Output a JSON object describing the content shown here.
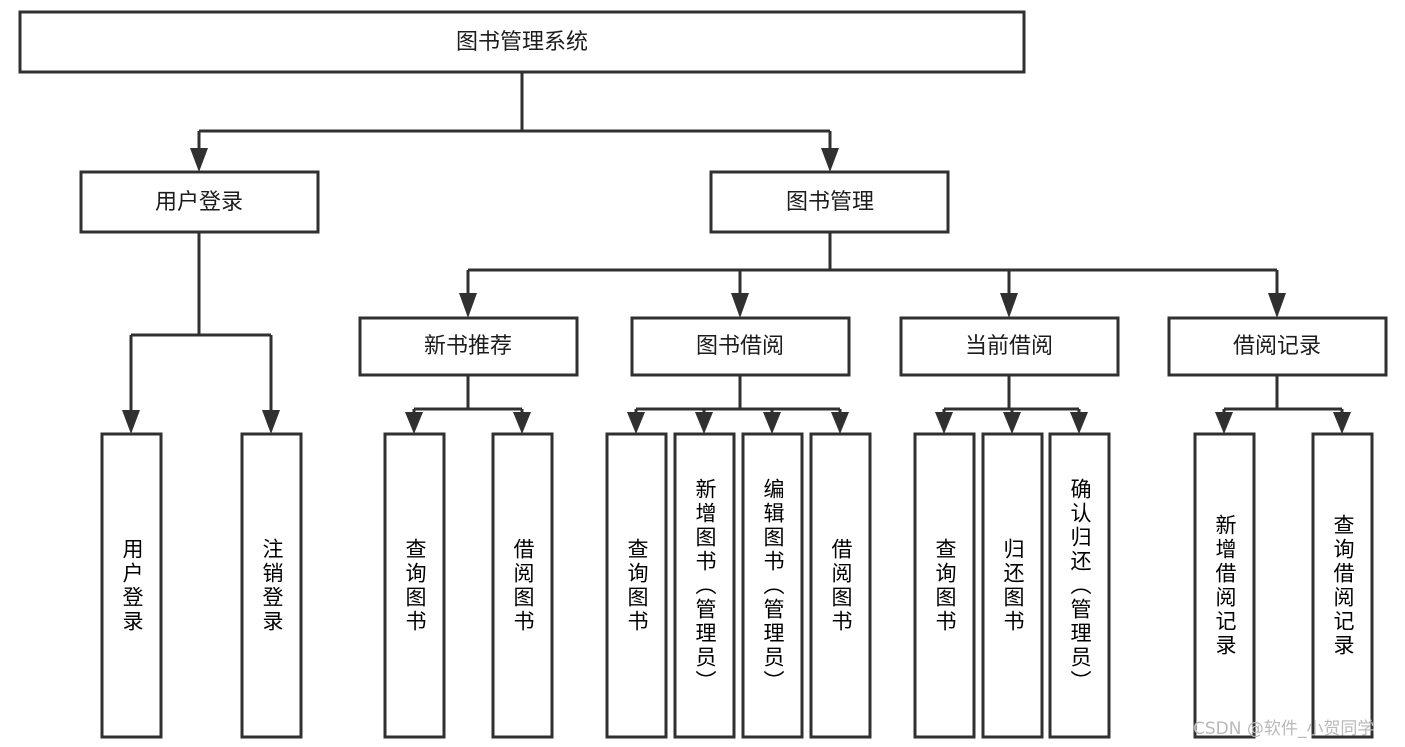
{
  "diagram": {
    "title": "图书管理系统",
    "watermark": "CSDN @软件_小贺同学",
    "colors": {
      "stroke": "#303030",
      "box_fill": "#ffffff",
      "text": "#1c1c1c",
      "watermark": "#b9b9b9",
      "background": "#ffffff"
    },
    "levels": {
      "root": {
        "label": "图书管理系统"
      },
      "level2": [
        {
          "label": "用户登录"
        },
        {
          "label": "图书管理"
        }
      ],
      "level3": [
        {
          "label": "新书推荐"
        },
        {
          "label": "图书借阅"
        },
        {
          "label": "当前借阅"
        },
        {
          "label": "借阅记录"
        }
      ],
      "leaves": {
        "user_login": [
          {
            "label": "用户登录"
          },
          {
            "label": "注销登录"
          }
        ],
        "new_book_recommend": [
          {
            "label": "查询图书"
          },
          {
            "label": "借阅图书"
          }
        ],
        "book_borrow": [
          {
            "label": "查询图书"
          },
          {
            "label": "新增图书（管理员）"
          },
          {
            "label": "编辑图书（管理员）"
          },
          {
            "label": "借阅图书"
          }
        ],
        "current_borrow": [
          {
            "label": "查询图书"
          },
          {
            "label": "归还图书"
          },
          {
            "label": "确认归还（管理员）"
          }
        ],
        "borrow_record": [
          {
            "label": "新增借阅记录"
          },
          {
            "label": "查询借阅记录"
          }
        ]
      }
    }
  }
}
